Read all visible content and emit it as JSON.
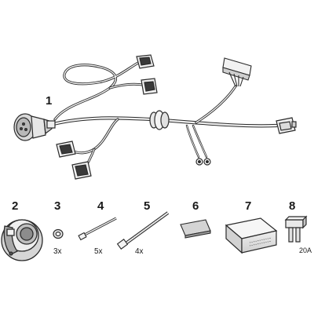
{
  "parts": [
    {
      "number": "1",
      "quantity": ""
    },
    {
      "number": "2",
      "quantity": ""
    },
    {
      "number": "3",
      "quantity": "3x"
    },
    {
      "number": "4",
      "quantity": "5x"
    },
    {
      "number": "5",
      "quantity": "4x"
    },
    {
      "number": "6",
      "quantity": ""
    },
    {
      "number": "7",
      "quantity": ""
    },
    {
      "number": "8",
      "quantity": ""
    }
  ],
  "fuse_rating": "20A"
}
